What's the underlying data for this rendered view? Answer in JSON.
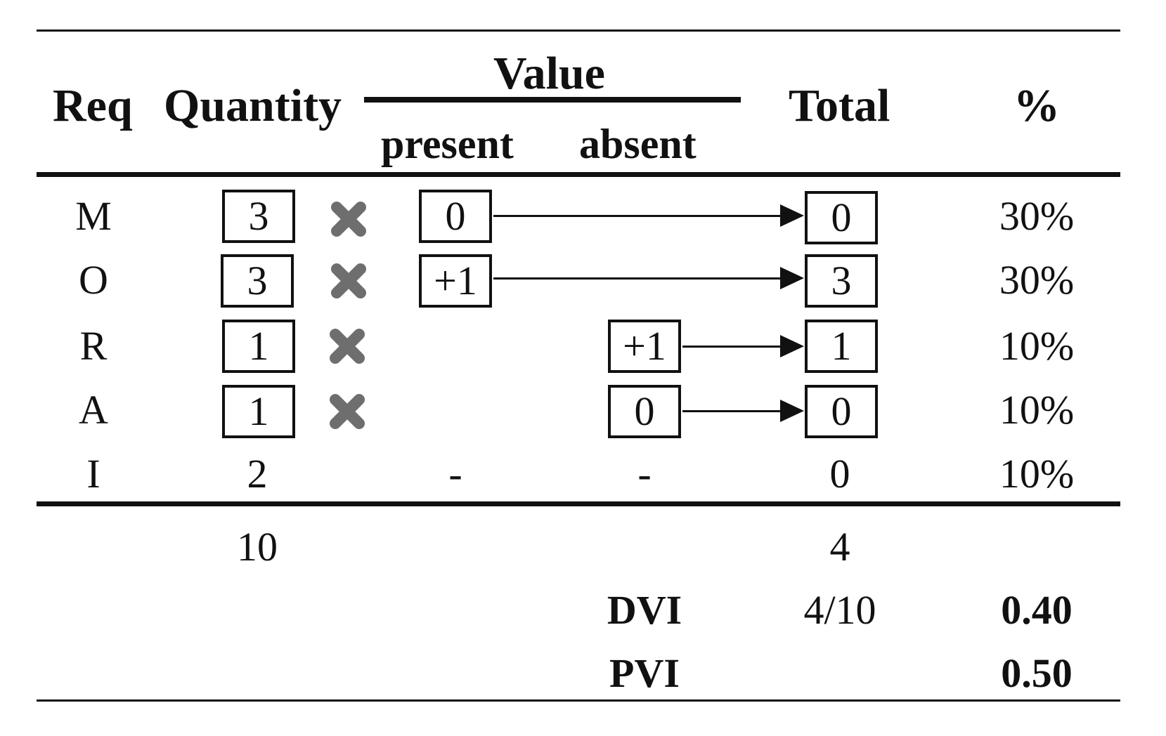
{
  "headers": {
    "req": "Req",
    "quantity": "Quantity",
    "value": "Value",
    "present": "present",
    "absent": "absent",
    "total": "Total",
    "percent": "%"
  },
  "rows": [
    {
      "req": "M",
      "quantity": "3",
      "present": "0",
      "absent": "",
      "total": "0",
      "percent": "30%"
    },
    {
      "req": "O",
      "quantity": "3",
      "present": "+1",
      "absent": "",
      "total": "3",
      "percent": "30%"
    },
    {
      "req": "R",
      "quantity": "1",
      "present": "",
      "absent": "+1",
      "total": "1",
      "percent": "10%"
    },
    {
      "req": "A",
      "quantity": "1",
      "present": "",
      "absent": "0",
      "total": "0",
      "percent": "10%"
    },
    {
      "req": "I",
      "quantity": "2",
      "present": "-",
      "absent": "-",
      "total": "0",
      "percent": "10%"
    }
  ],
  "sums": {
    "quantity": "10",
    "total": "4"
  },
  "dvi": {
    "label": "DVI",
    "fraction": "4/10",
    "value": "0.40"
  },
  "pvi": {
    "label": "PVI",
    "value": "0.50"
  },
  "icons": {
    "multiply": "multiply-icon",
    "arrow": "arrow-right-icon"
  },
  "colors": {
    "multiply": "#6e6e6e"
  }
}
